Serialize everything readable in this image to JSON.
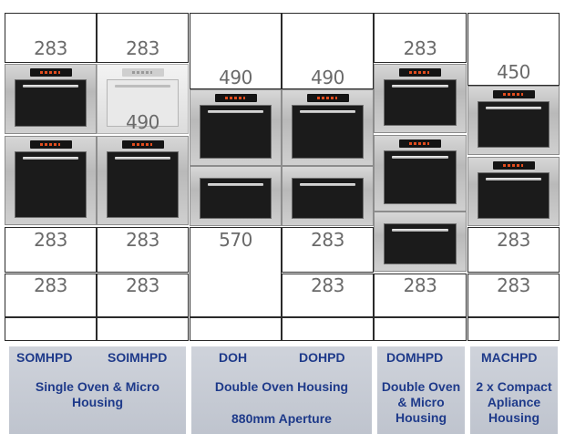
{
  "columns": [
    {
      "top": "283",
      "middle": "",
      "bottom1": "283",
      "bottom2": "283"
    },
    {
      "top": "283",
      "middle": "490",
      "bottom1": "283",
      "bottom2": "283"
    },
    {
      "top": "490",
      "middle": "",
      "bottom1": "570",
      "bottom2": ""
    },
    {
      "top": "490",
      "middle": "",
      "bottom1": "283",
      "bottom2": "283"
    },
    {
      "top": "283",
      "middle": "",
      "bottom1": "",
      "bottom2": "283"
    },
    {
      "top": "450",
      "middle": "",
      "bottom1": "283",
      "bottom2": "283"
    }
  ],
  "labels": [
    {
      "codes": [
        "SOMHPD",
        "SOIMHPD"
      ],
      "description": [
        "Single Oven & Micro",
        "Housing"
      ]
    },
    {
      "codes": [
        "DOH",
        "DOHPD"
      ],
      "description": [
        "Double Oven Housing",
        "880mm Aperture"
      ]
    },
    {
      "codes": [
        "DOMHPD"
      ],
      "description": [
        "Double Oven",
        "& Micro",
        "Housing"
      ]
    },
    {
      "codes": [
        "MACHPD"
      ],
      "description": [
        "2 x Compact",
        "Apliance",
        "Housing"
      ]
    }
  ],
  "colors": {
    "label_bg": "#c8ccd5",
    "label_text": "#1e3a8a",
    "dimension_text": "#6a6a6a"
  }
}
